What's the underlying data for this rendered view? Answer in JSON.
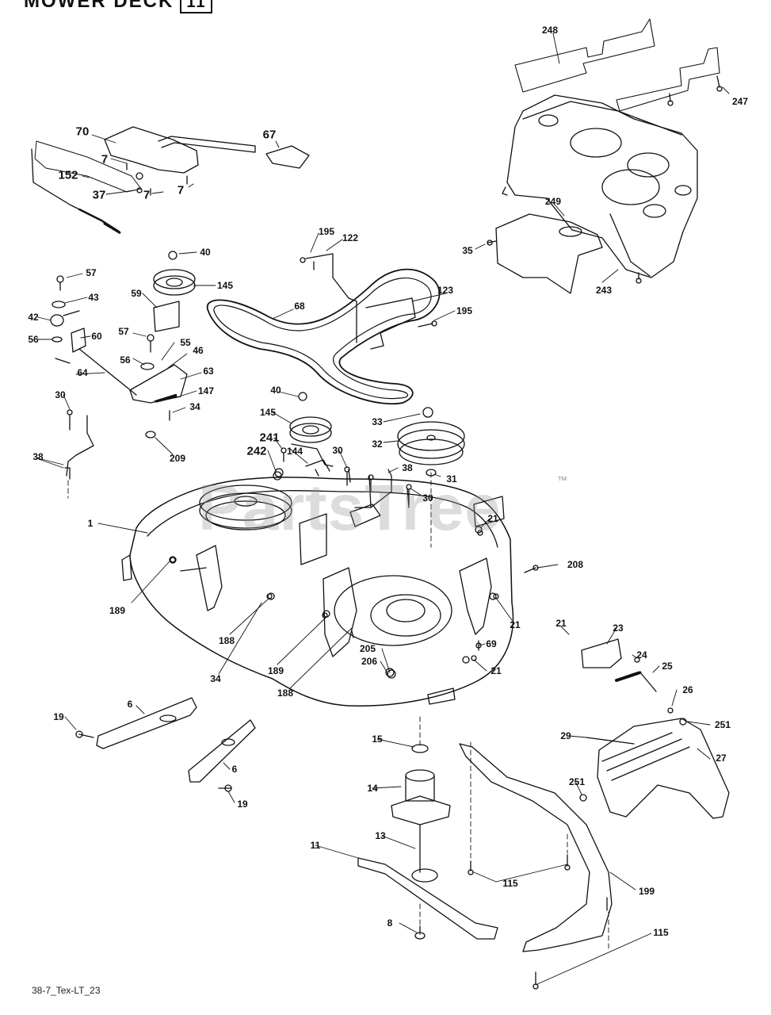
{
  "header": {
    "title_text": "MOWER DECK",
    "title_box": "11"
  },
  "watermark": {
    "text": "PartsTree",
    "trademark": "™"
  },
  "footer": {
    "code": "38-7_Tex-LT_23"
  },
  "callouts": [
    "70",
    "67",
    "7",
    "7",
    "152",
    "37",
    "7",
    "248",
    "247",
    "249",
    "35",
    "243",
    "195",
    "122",
    "123",
    "195",
    "68",
    "40",
    "145",
    "59",
    "57",
    "43",
    "42",
    "60",
    "56",
    "57",
    "55",
    "46",
    "56",
    "63",
    "64",
    "147",
    "34",
    "209",
    "30",
    "38",
    "40",
    "145",
    "33",
    "32",
    "241",
    "242",
    "144",
    "30",
    "38",
    "31",
    "30",
    "1",
    "21",
    "208",
    "189",
    "188",
    "34",
    "189",
    "188",
    "21",
    "69",
    "205",
    "206",
    "21",
    "21",
    "23",
    "24",
    "25",
    "26",
    "251",
    "27",
    "29",
    "251",
    "6",
    "19",
    "6",
    "19",
    "15",
    "14",
    "13",
    "11",
    "115",
    "199",
    "8",
    "115"
  ]
}
